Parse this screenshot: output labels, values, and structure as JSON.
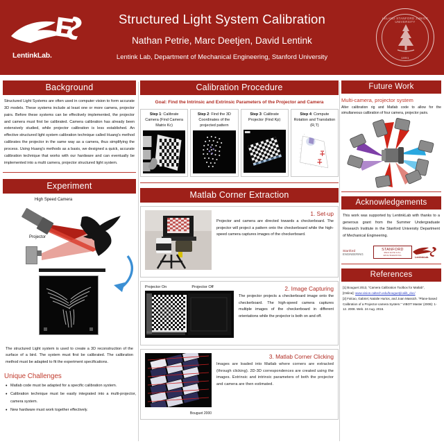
{
  "header": {
    "title": "Structured Light System Calibration",
    "authors": "Nathan Petrie, Marc Deetjen, David Lentink",
    "affiliation": "Lentink Lab, Department of Mechanical Engineering, Stanford University",
    "lab_logo_word": "LentinkLab.",
    "seal_top_text": "LELAND STANFORD JUNIOR UNIVERSITY",
    "seal_bottom_text": "1891",
    "brand_color": "#9e2019"
  },
  "background": {
    "band": "Background",
    "text": "Structured Light Systems are often used in computer vision to   form accurate 3D models. These systems include at least one or more camera, projector pairs. Before these systems can be effectively implemented, the projector and camera must first be calibrated. Camera calibration has already been extensively studied, while projector calibration is less established. An effective structured light system calibration technique called Huang's method calibrates the projector in the same way as a camera, thus simplifying the process. Using Huang's methods as a basis, we designed a quick, accurate calibration technique that works with our hardware and can eventually be implemented into a multi camera, projector structured light system."
  },
  "experiment": {
    "band": "Experiment",
    "diagram_labels": {
      "camera": "High Speed Camera",
      "projector": "Projector"
    },
    "caption": "The structured Light system is used to create a 3D reconstruction of the surface of a bird. The system must first be calibrated. The calibration method must be adapted to fit the experiment specifications.",
    "challenges_title": "Unique Challenges",
    "challenges": [
      "Matlab code must be adapted for a specific calibration system.",
      "Calibration technique must be easily integrated into a multi-projector, camera system.",
      "New hardware must work together effectively."
    ]
  },
  "calibration": {
    "band": "Calibration Procedure",
    "goal": "Goal: Find the Intrinsic and Extrinsic Parameters of the Projector and Camera",
    "steps": [
      {
        "label": "Step 1",
        "text": ": Calibrate Camera (Find Camera Matrix Kc)",
        "image": "checkerboard-photo"
      },
      {
        "label": "Step 2",
        "text": ": Find the 3D Coordinates of the projected pattern",
        "image": "point-cloud"
      },
      {
        "label": "Step 3",
        "text": ": Calibrate Projector (Find Kp)",
        "image": "projected-checkerboard"
      },
      {
        "label": "Step 4",
        "text": ": Compute Rotation and Translation (R,T)",
        "image": "camera-pose-plot"
      }
    ]
  },
  "corner_extraction": {
    "band": "Matlab Corner Extraction",
    "items": [
      {
        "heading": "1. Set-up",
        "text": "Projector and camera are directed towards    a checkerboard. The projector will project a pattern onto the checkerboard while the high-speed camera captures images of the checkerboard.",
        "figure": "setup-photo"
      },
      {
        "heading": "2. Image Capturing",
        "text": "The projector projects a checkerboard image onto the checkerboard. The high-speed camera captures multiple images of the checkerboard in different orientations while the projector is both on and off.",
        "figure": "projector-on-off-photo",
        "sub_labels": [
          "Projector On",
          "Projector Off"
        ]
      },
      {
        "heading": "3. Matlab Corner Clicking",
        "text": "Images are loaded into Matlab where corners are extracted (through clicking). 2D-3D correspondences are created using the images. Extrinsic and intrinsic parameters of both the projector and camera are then estimated.",
        "figure": "corner-clicking-montage",
        "caption": "Bouguet 2000"
      }
    ]
  },
  "future_work": {
    "band": "Future Work",
    "subtitle": "Multi-camera, projector system",
    "text": "Alter calibration rig and Matlab code to allow for the simultaneous calibration of four camera, projector pairs.",
    "figure": "multi-camera-rig-diagram"
  },
  "acknowledgements": {
    "band": "Acknowledgements",
    "text": "This work was supported by LentinkLab with thanks to a generous grant from the Summer Undergraduate Research Institute in the Stanford University Department of Mechanical Engineering.",
    "logos": [
      {
        "name": "stanford-engineering-logo",
        "l1": "Stanford",
        "l2": "ENGINEERING"
      },
      {
        "name": "stanford-mechanical-engineering-logo",
        "l1": "STANFORD",
        "l2": "MECHANICAL ENGINEERING"
      },
      {
        "name": "lentinklab-logo",
        "l1": "LentinkLab."
      }
    ]
  },
  "references": {
    "band": "References",
    "items": [
      "[1] Bouguet 2013, \"Camera Calibration Toolbox for Matlab\",",
      "[Online]: ",
      "[2] Falcao, Gabriel, Natalie Hurtos, and Joan Massich. \"Plane-based Calibration of a Projector-camera System.\" VIBOT Master (2008): 1-12. 2008. Web. 24 Aug. 2016."
    ],
    "url": "www.vision.caltech.edu/bouguetj/calib_doc/"
  }
}
